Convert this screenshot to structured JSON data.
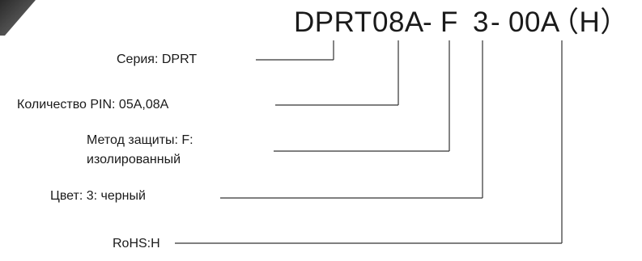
{
  "code": {
    "series": "DPRT",
    "pins": "08A",
    "dash1": "-",
    "protection": "F",
    "color": "3",
    "dash2": "-",
    "tail": "00A",
    "rohs": "（H）"
  },
  "labels": {
    "series": "Серия: DPRT",
    "pins": "Количество PIN: 05A,08A",
    "protection_line1": "Метод защиты: F:",
    "protection_line2": "изолированный",
    "color": "Цвет: 3: черный",
    "rohs": "RoHS:H"
  }
}
